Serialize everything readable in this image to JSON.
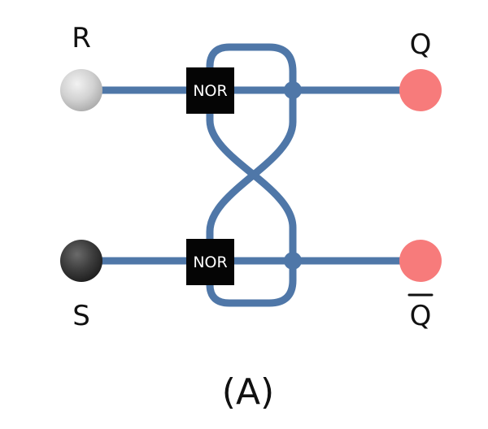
{
  "labels": {
    "input_r": "R",
    "input_s": "S",
    "output_q": "Q",
    "output_q_bar": "Q",
    "caption": "(A)"
  },
  "gates": {
    "top": "NOR",
    "bottom": "NOR"
  },
  "colors": {
    "wire": "#4f77a8",
    "gate": "#050505",
    "output": "#f77b7b",
    "input_r": "#cfcfcf",
    "input_s": "#3b3b3b"
  }
}
